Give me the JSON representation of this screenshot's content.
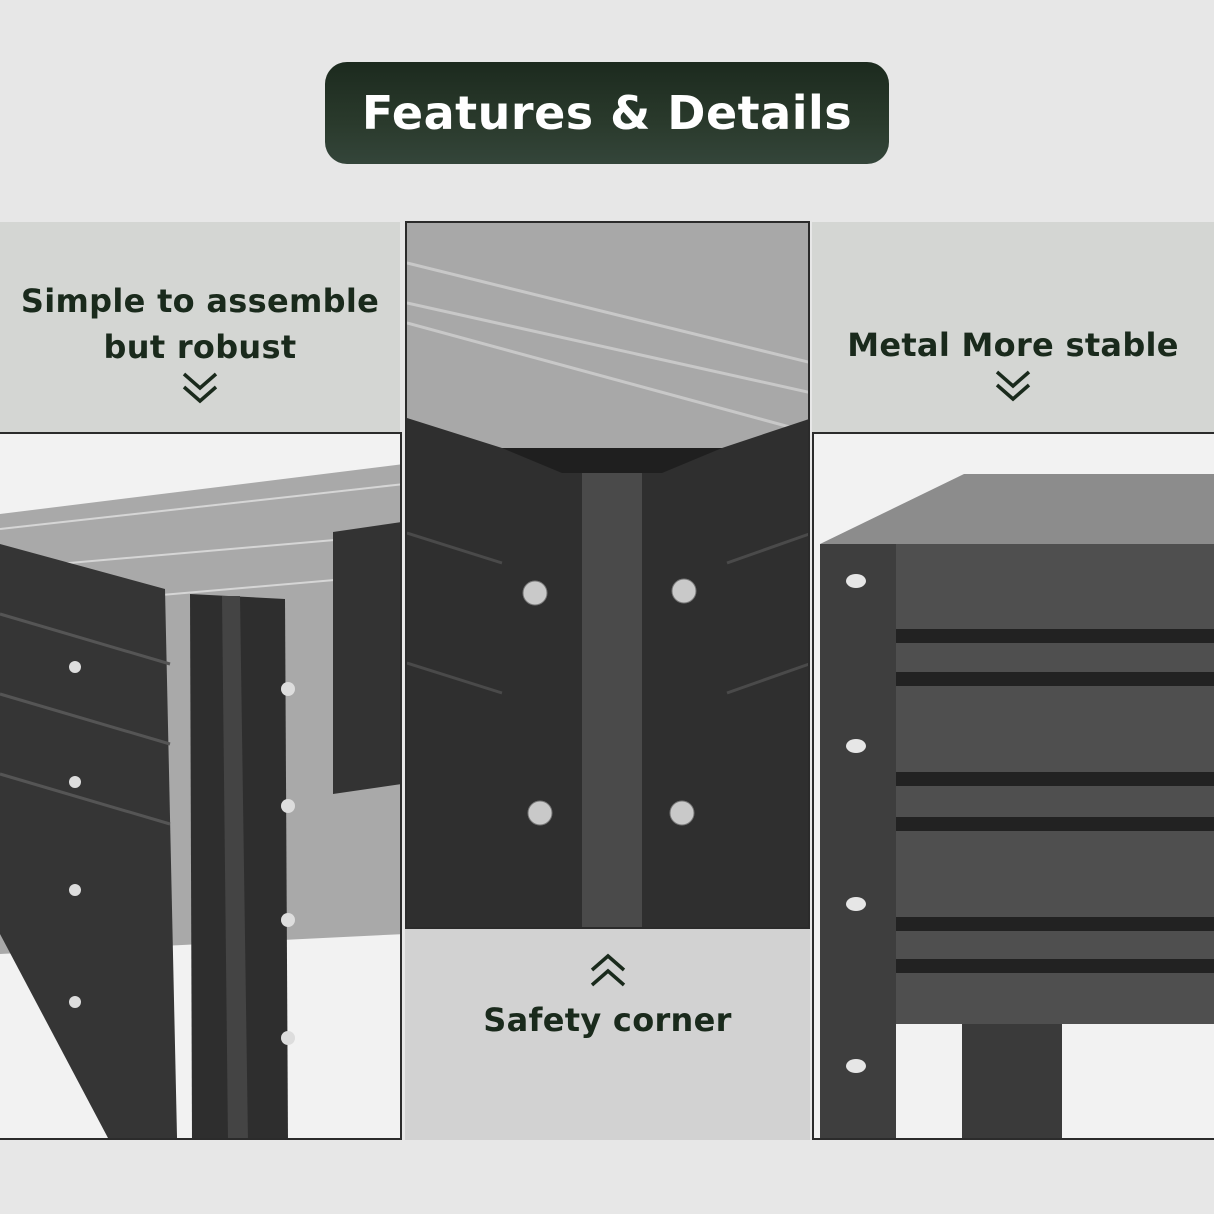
{
  "header": {
    "title": "Features & Details"
  },
  "panels": [
    {
      "label_lines": [
        "Simple to assemble",
        "but robust"
      ],
      "arrow": "double-chevron-down-icon",
      "image": "assembly-exploded-view"
    },
    {
      "label_lines": [
        "Safety corner"
      ],
      "arrow": "double-chevron-up-icon",
      "image": "corner-closeup"
    },
    {
      "label_lines": [
        "Metal More stable"
      ],
      "arrow": "double-chevron-down-icon",
      "image": "side-panel-view"
    }
  ],
  "colors": {
    "accent_dark_green": "#1c2a1e",
    "text_green": "#1a2a1c",
    "panel_bg": "#d4d6d3",
    "page_bg": "#e7e7e7",
    "metal_dark": "#3a3a3a"
  }
}
